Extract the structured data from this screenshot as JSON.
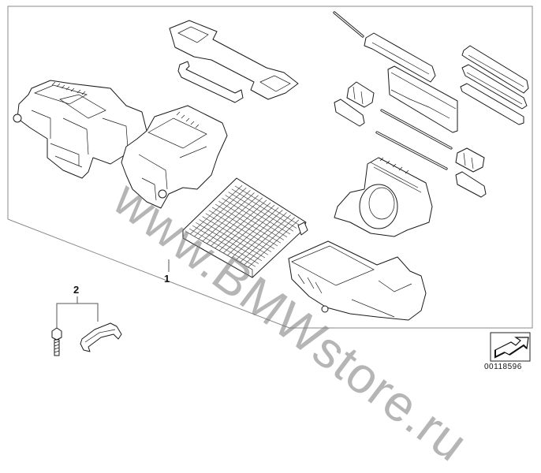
{
  "diagram": {
    "title": "Heater / air conditioning housing exploded parts diagram",
    "callouts": [
      {
        "id": "1",
        "label": "1",
        "description": "Heater and air conditioner housing assembly (boxed group)"
      },
      {
        "id": "2",
        "label": "2",
        "description": "Fastening parts: bolt and clip"
      }
    ],
    "watermark": "www.BMWstore.ru",
    "reference_number": "00118596",
    "reference_icon": "navigation-arrow-icon",
    "parts_in_group_1": [
      "left-housing-half",
      "center-housing-half",
      "seal-frame-long",
      "seal-strip-curved",
      "heater-core-evaporator-grid",
      "blower-housing",
      "lower-housing-tray",
      "flap-upper",
      "flap-right-1",
      "flap-right-2",
      "flap-right-3",
      "flap-center-large",
      "small-actuator-1",
      "small-bracket-1",
      "small-actuator-2",
      "small-bracket-2",
      "rod-1",
      "rod-2",
      "rod-3"
    ],
    "parts_in_group_2": [
      "bolt",
      "clip"
    ]
  }
}
